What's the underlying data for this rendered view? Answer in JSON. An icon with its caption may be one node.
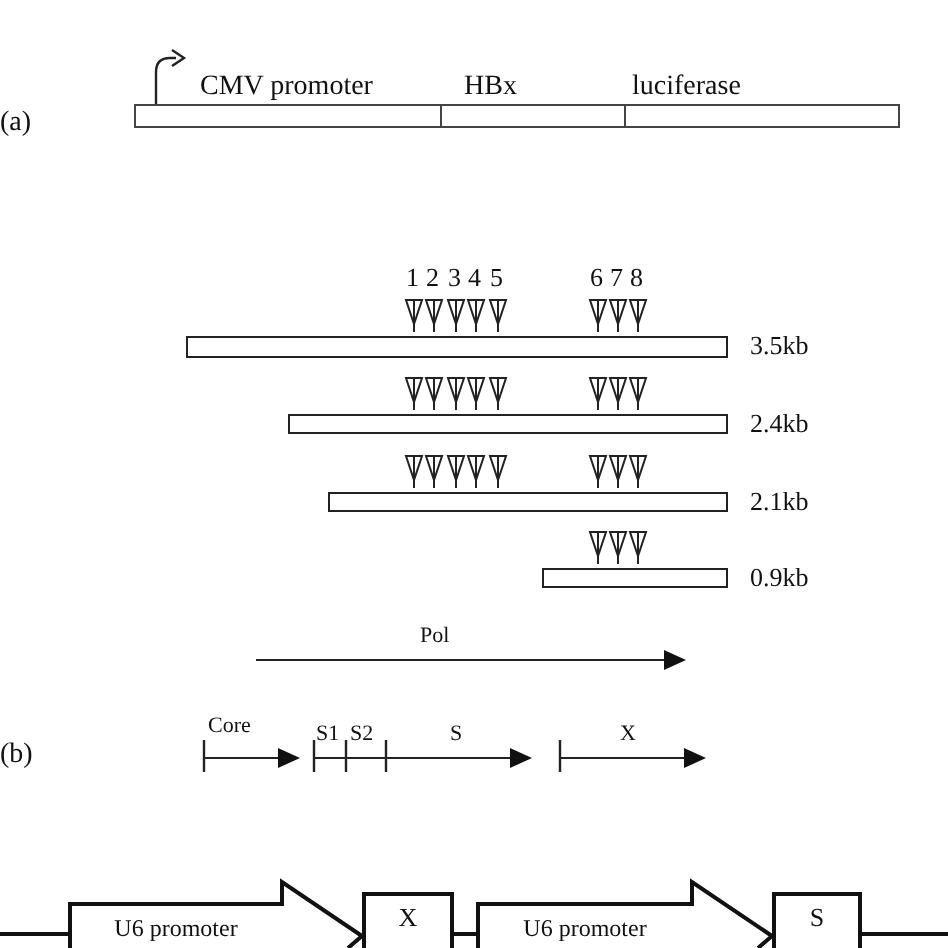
{
  "diagram": {
    "nodes": [
      {
        "text": [
          "CMV promoter"
        ]
      },
      {
        "text": [
          "HBx"
        ]
      },
      {
        "text": [
          "luciferase"
        ]
      },
      {
        "text": [],
        "shape": "bar",
        "beside": [
          "3.5kb"
        ]
      },
      {
        "text": [],
        "shape": "bar",
        "beside": [
          "2.4kb"
        ]
      },
      {
        "text": [],
        "shape": "bar",
        "beside": [
          "2.1kb"
        ]
      },
      {
        "text": [],
        "shape": "bar",
        "beside": [
          "0.9kb"
        ]
      },
      {
        "text": [
          "U6 promoter"
        ]
      },
      {
        "text": [
          "X"
        ]
      },
      {
        "text": [
          "U6 promoter"
        ]
      },
      {
        "text": [
          "S"
        ]
      }
    ],
    "edges": [
      {
        "from": null,
        "to": 7,
        "arrow": "none"
      },
      {
        "from": 8,
        "to": 9,
        "arrow": "none"
      },
      {
        "from": 10,
        "to": null,
        "arrow": "none"
      }
    ],
    "labels": [
      "(a)",
      "1",
      "2",
      "3",
      "4",
      "5",
      "6",
      "7",
      "8",
      "Pol",
      "Core",
      "S1",
      "S2",
      "S",
      "X",
      "(b)"
    ]
  }
}
